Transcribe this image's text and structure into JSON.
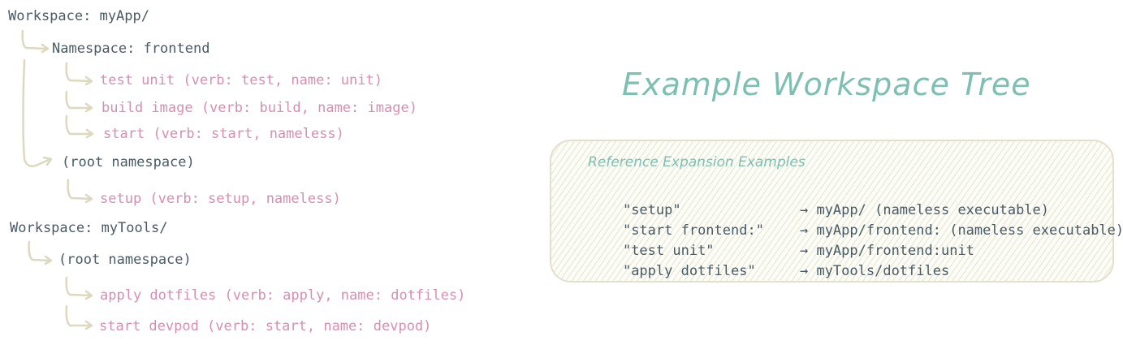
{
  "tree": {
    "workspaces": [
      {
        "label": "Workspace: myApp/",
        "namespaces": [
          {
            "label": "Namespace: frontend",
            "executables": [
              "test unit (verb: test, name: unit)",
              "build image (verb: build, name: image)",
              "start (verb: start, nameless)"
            ]
          },
          {
            "label": "(root namespace)",
            "executables": [
              "setup (verb: setup, nameless)"
            ]
          }
        ]
      },
      {
        "label": "Workspace: myTools/",
        "namespaces": [
          {
            "label": "(root namespace)",
            "executables": [
              "apply dotfiles (verb: apply, name: dotfiles)",
              "start devpod (verb: start, name: devpod)"
            ]
          }
        ]
      }
    ]
  },
  "title": "Example Workspace Tree",
  "reference_box": {
    "title": "Reference Expansion Examples",
    "arrow": "→",
    "rows": [
      {
        "ref": "\"setup\"",
        "expansion": "myApp/ (nameless executable)"
      },
      {
        "ref": "\"start frontend:\"",
        "expansion": "myApp/frontend: (nameless executable)"
      },
      {
        "ref": "\"test unit\"",
        "expansion": "myApp/frontend:unit"
      },
      {
        "ref": "\"apply dotfiles\"",
        "expansion": "myTools/dotfiles"
      }
    ]
  },
  "colors": {
    "workspace_text": "#495a63",
    "executable_text": "#d68fb0",
    "title": "#7dbfb0",
    "connector": "#ddd9c0",
    "box_border": "#e3e0cc"
  }
}
